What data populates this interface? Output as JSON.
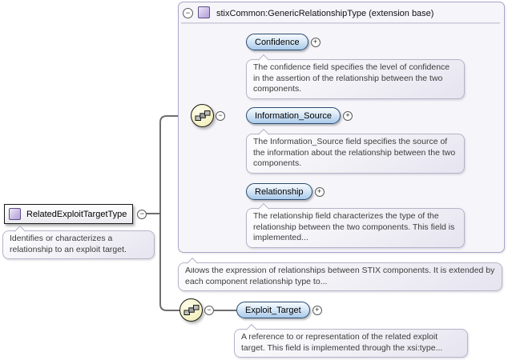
{
  "glyphs": {
    "collapse": "−",
    "expand": "+"
  },
  "root": {
    "label": "RelatedExploitTargetType",
    "annotation": "Identifies or characterizes a relationship to an exploit target."
  },
  "extension": {
    "header": "stixCommon:GenericRelationshipType (extension base)",
    "annotation": "Allows the expression of relationships between STIX components. It is extended by each component relationship type to...",
    "elements": [
      {
        "label": "Confidence",
        "annotation": "The confidence field specifies the level of confidence in the assertion of the relationship between the two components."
      },
      {
        "label": "Information_Source",
        "annotation": "The Information_Source field specifies the source of the information about the relationship between the two components."
      },
      {
        "label": "Relationship",
        "annotation": "The relationship field characterizes the type of the relationship between the two components. This field is implemented..."
      }
    ]
  },
  "local_sequence": {
    "elements": [
      {
        "label": "Exploit_Target",
        "annotation": "A reference to or representation of the related exploit target. This field is implemented through the xsi:type..."
      }
    ]
  },
  "colors": {
    "element_fill": "#A9C9EA",
    "sequence_fill": "#F4F1C2",
    "container_fill": "#F6F5FA",
    "container_border": "#AAA3CB",
    "type_icon_fill": "#B3A0D8",
    "wire": "#6E6E6E"
  }
}
